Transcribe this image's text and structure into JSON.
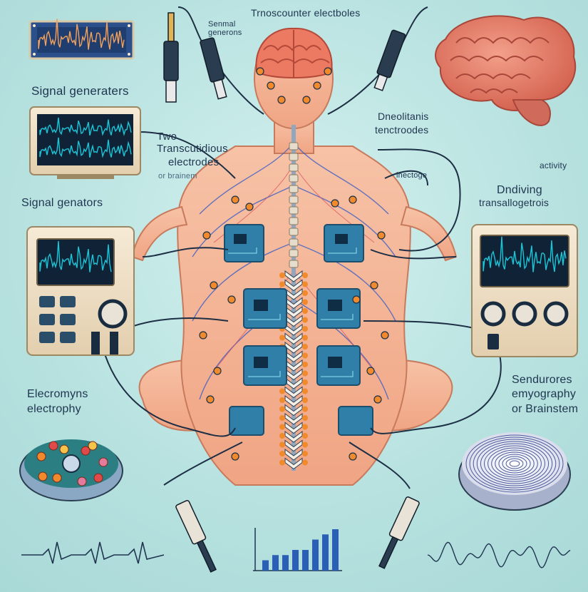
{
  "labels": {
    "top_electrodes": "Trnoscounter electboles",
    "signal_generators_small": "Senmal generons",
    "signal_generators_left": "Signal generaters",
    "two": "Two",
    "transcutaneous": "Transcutidious",
    "electrodes": "electrodes",
    "or_brainstem_small": "or brainem",
    "signal_generators_mid": "Signal genators",
    "dneolitative": "Dneolitanis",
    "tenctrodes": "tenctroodes",
    "inectode": "inectoge",
    "activity": "activity",
    "dndiving": "Dndiving",
    "transallogetrots": "transallogetrois",
    "electromyo": "Elecromyns",
    "electrophy": "electrophy",
    "sendurores": "Sendurores",
    "emyography": "emyography",
    "or_brainstem": "or Brainstem"
  },
  "colors": {
    "background": "#bfe6e4",
    "skin": "#f4b496",
    "spine_orange": "#f08a2c",
    "circuit_board": "#2f7fa8",
    "screen_waveform": "#19c6d8",
    "device_body": "#efe1c8",
    "brain": "#e9806a",
    "text": "#1f3550"
  },
  "bar_chart": {
    "values": [
      2,
      3,
      3,
      4,
      4,
      6,
      7,
      8
    ],
    "color": "#2a5fb5"
  },
  "icons": [
    "brain-icon",
    "monitor-icon",
    "signal-generator-icon",
    "electrode-probe-icon",
    "coil-pad-icon",
    "waveform-icon"
  ]
}
